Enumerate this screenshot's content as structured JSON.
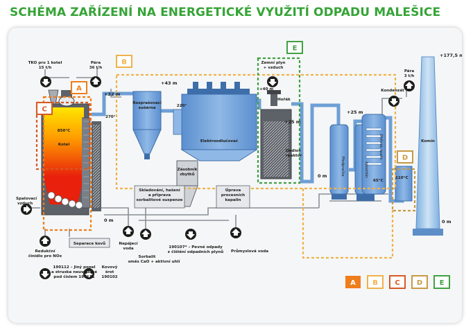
{
  "title": "SCHÉMA ZAŘÍZENÍ NA ENERGETICKÉ VYUŽITÍ ODPADU MALEŠICE",
  "colors": {
    "A": "#ef7d1a",
    "B": "#f0b24a",
    "C": "#d65a23",
    "D": "#c79a45",
    "E": "#3fa142",
    "equipment_blue": "#6e9fd6",
    "title_green": "#35a436"
  },
  "sections": [
    "A",
    "B",
    "C",
    "D",
    "E"
  ],
  "labels": {
    "tko": "TKO pro 1 kotel",
    "tko_rate": "15 t/h",
    "para_left": "Pára",
    "para_left_rate": "36 t/h",
    "elev_32": "+32 m",
    "elev_270": "270°",
    "kotel_temp": "850°C",
    "kotel": "Kotel",
    "spalovaci": "Spalovací",
    "vzduch": "vzduch",
    "redukcni1": "Redukční",
    "redukcni2": "činidlo pro NO",
    "redukcni_sub": "x",
    "separace": "Separace kovů",
    "popel1": "190112 – Jiný popel",
    "popel2": "a struska neuvedené",
    "popel3": "pod číslem 190111",
    "kovovy1": "Kovový",
    "kovovy2": "šrot",
    "kovovy3": "190102",
    "elev_0_left": "0 m",
    "elev_43": "+43 m",
    "rozpr1": "Rozprašovací",
    "rozpr2": "sušárna",
    "temp_220": "220°",
    "elektro": "Elektroodlučovač",
    "zasobnik1": "Zásobník",
    "zasobnik2": "zbytků",
    "sklad1": "Skladování, hašení",
    "sklad2": "a příprava",
    "sklad3": "sorbalitové suspenze",
    "uprava1": "Úprava",
    "uprava2": "procesních",
    "uprava3": "kapalin",
    "napajeci1": "Napájecí",
    "napajeci2": "voda",
    "sorbalit1": "Sorbalit",
    "sorbalit2": "směs CaO + aktivní uhlí",
    "odpady1": "190107* – Pevné odpady",
    "odpady2": "z čištění odpadních plynů",
    "prumysl": "Průmyslová voda",
    "zemni1": "Zemní plyn",
    "zemni2": "+ vzduch",
    "elev_40": "+40 m",
    "horak": "Hořák",
    "elev_25_e": "+25 m",
    "dedioxy1": "Dediox",
    "dedioxy2": "reaktor",
    "elev_25_r": "+25 m",
    "elev_0_mid": "0 m",
    "predprac1": "Předpračka",
    "absorber": "Absorbér",
    "temp_65": "65°C",
    "ohrivak1": "Ohřívák spalin",
    "kondenzat": "Kondenzát",
    "para_right": "Pára",
    "para_right_rate": "3 t/h",
    "temp_110": "110°C",
    "elev_177": "+177,5 m",
    "komin": "Komín",
    "elev_0_right": "0 m"
  }
}
